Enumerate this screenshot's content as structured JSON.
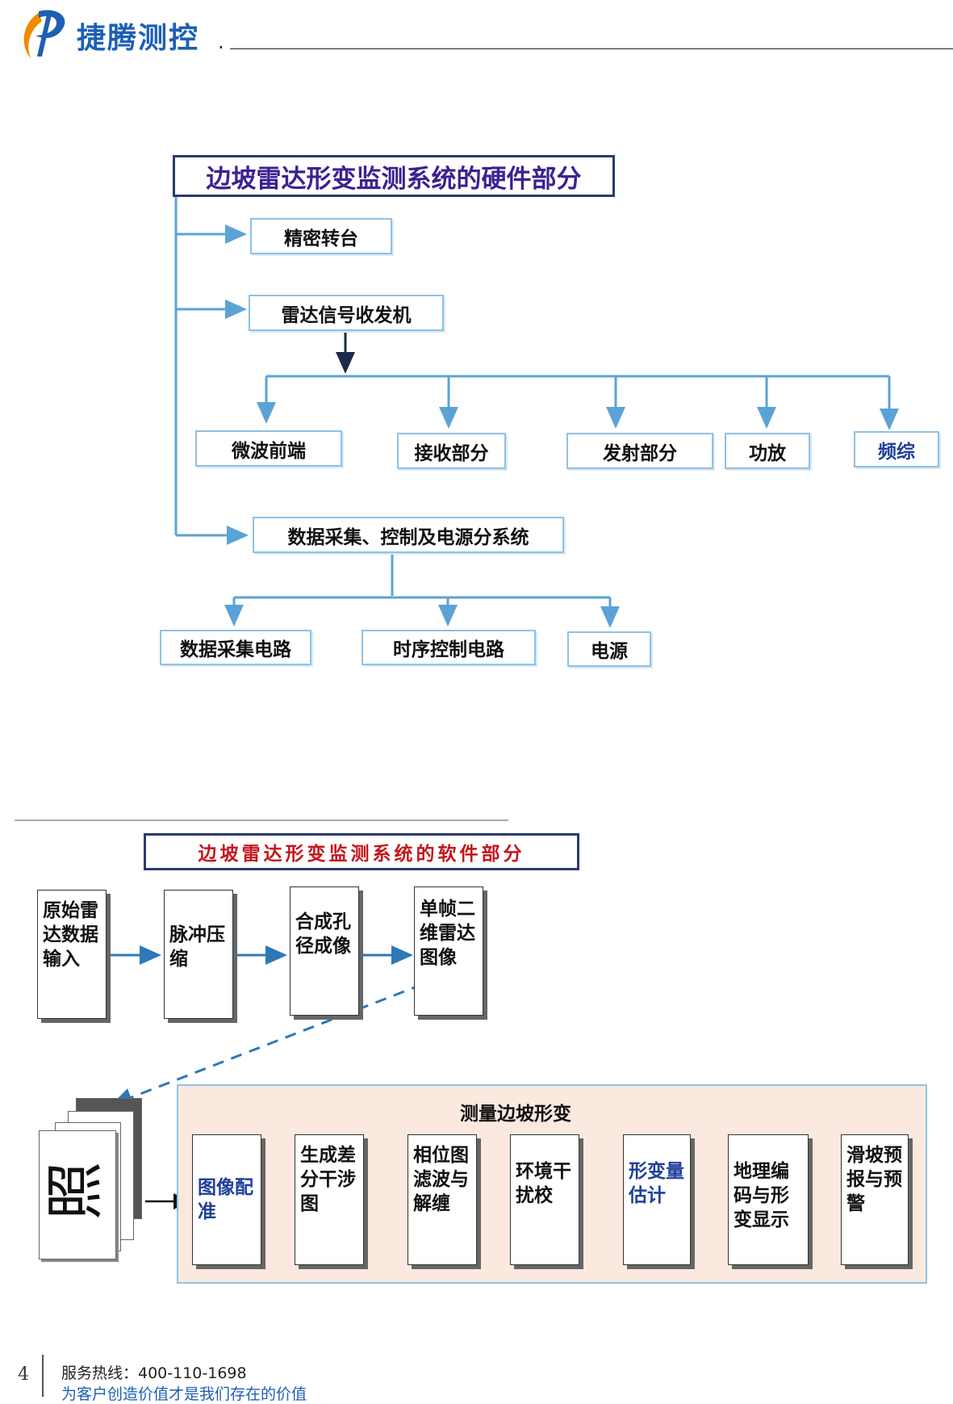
{
  "header": {
    "brand": "捷腾测控"
  },
  "hardware": {
    "title": "边坡雷达形变监测系统的硬件部分",
    "turntable": "精密转台",
    "transceiver": "雷达信号收发机",
    "sub": [
      "微波前端",
      "接收部分",
      "发射部分",
      "功放",
      "频综"
    ],
    "daq": "数据采集、控制及电源分系统",
    "daq_sub": [
      "数据采集电路",
      "时序控制电路",
      "电源"
    ]
  },
  "software": {
    "title": "边坡雷达形变监测系统的软件部分",
    "steps": [
      "原始雷达数据输入",
      "脉冲压缩",
      "合成孔径成像",
      "单帧二维雷达图像"
    ],
    "stack_glyphs": "照",
    "measure": {
      "title": "测量边坡形变",
      "steps": [
        "图像配准",
        "生成差分干涉图",
        "相位图滤波与解缠",
        "环境干扰校",
        "形变量估计",
        "地理编码与形变显示",
        "滑坡预报与预警"
      ]
    }
  },
  "footer": {
    "page_number": "4",
    "hotline": "服务热线：400-110-1698",
    "slogan": "为客户创造价值才是我们存在的价值"
  },
  "colors": {
    "brand_blue": "#1e5fb4",
    "title_purple": "#3c2191",
    "title_red": "#c4161c",
    "box_border": "#8fc1e6",
    "panel_fill": "#fbe9e0"
  }
}
